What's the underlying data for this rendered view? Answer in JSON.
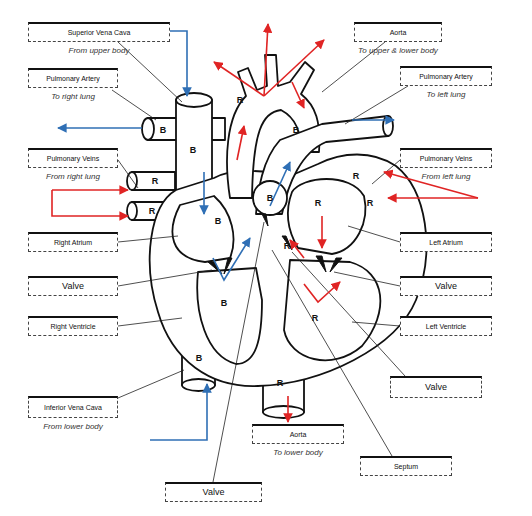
{
  "diagram": {
    "nodes": [
      {
        "text": [
          "Superior Vena Cava",
          "From upper body"
        ]
      },
      {
        "text": [
          "Aorta",
          "To upper & lower body"
        ]
      },
      {
        "text": [
          "Pulmonary Artery",
          "To right lung"
        ]
      },
      {
        "text": [
          "Pulmonary Artery",
          "To left lung"
        ]
      },
      {
        "text": [
          "Pulmonary Veins",
          "From right lung"
        ]
      },
      {
        "text": [
          "Pulmonary Veins",
          "From left lung"
        ]
      },
      {
        "text": [
          "Right Atrium"
        ]
      },
      {
        "text": [
          "Left Atrium"
        ]
      },
      {
        "text": [
          "Valve"
        ]
      },
      {
        "text": [
          "Valve"
        ]
      },
      {
        "text": [
          "Right Ventricle"
        ]
      },
      {
        "text": [
          "Left Ventricle"
        ]
      },
      {
        "text": [
          "Valve"
        ]
      },
      {
        "text": [
          "Inferior Vena Cava",
          "From lower body"
        ]
      },
      {
        "text": [
          "Aorta",
          "To lower body"
        ]
      },
      {
        "text": [
          "Septum"
        ]
      },
      {
        "text": [
          "Valve"
        ]
      }
    ],
    "labels": [
      "R",
      "B",
      "B",
      "B",
      "R",
      "R",
      "B",
      "R",
      "R",
      "R",
      "B",
      "R",
      "B",
      "R",
      "B",
      "R"
    ]
  }
}
